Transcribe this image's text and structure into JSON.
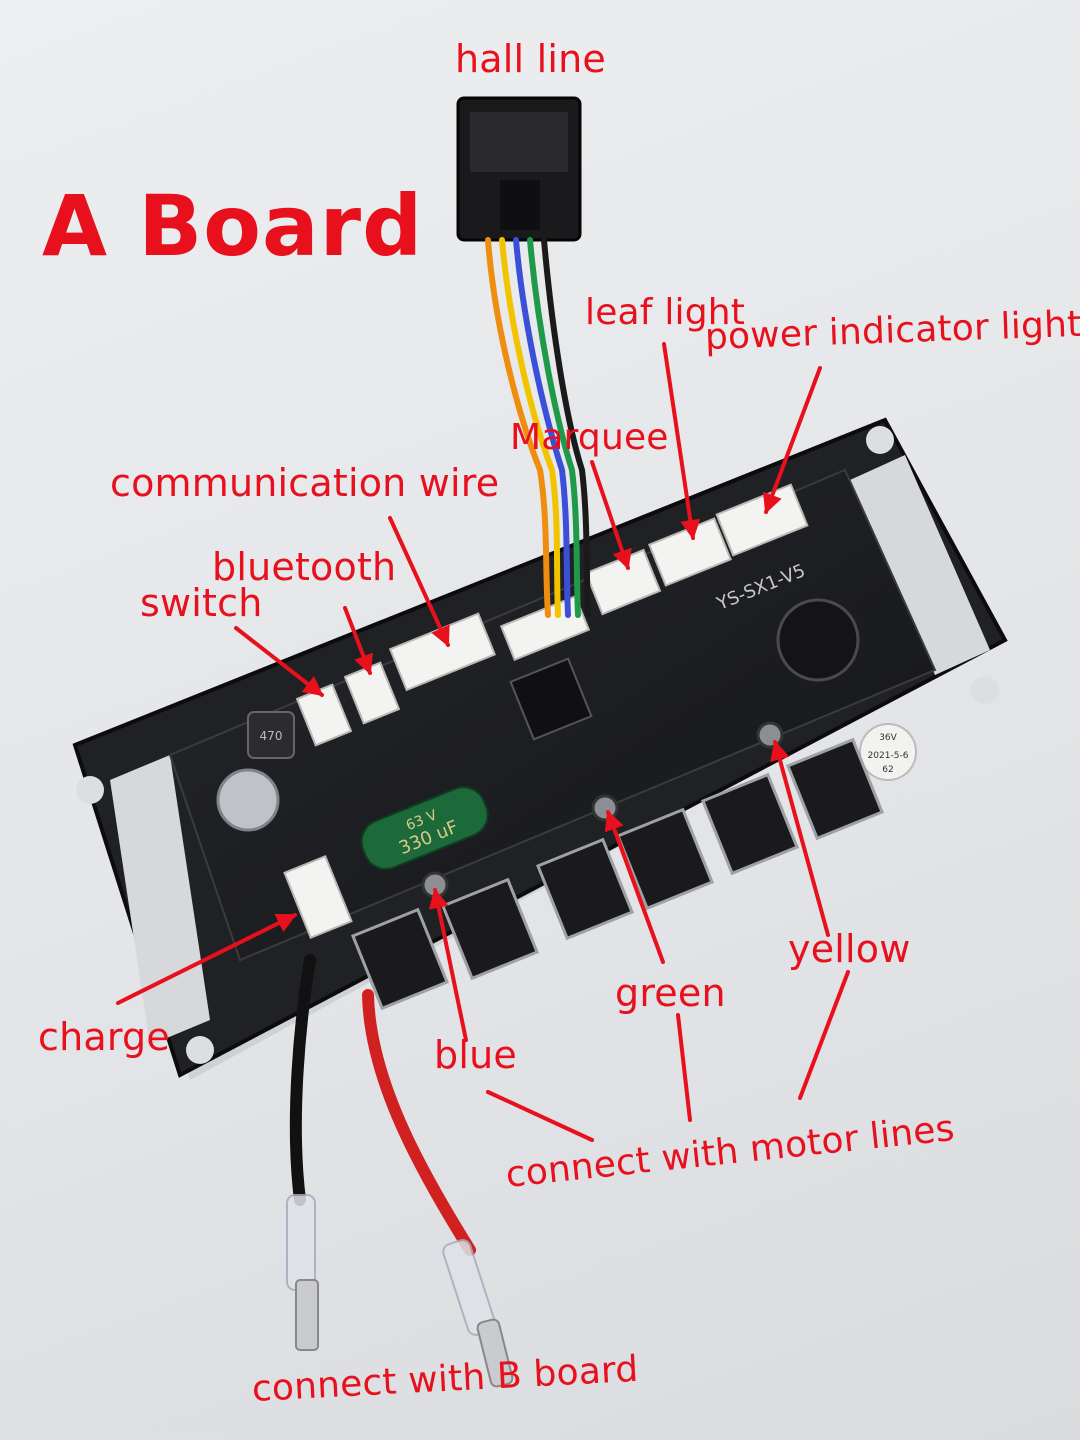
{
  "title": "A Board",
  "labels": {
    "hall_line": "hall line",
    "leaf_light": "leaf light",
    "power_indicator_light": "power indicator light",
    "marquee": "Marquee",
    "communication_wire": "communication wire",
    "bluetooth": "bluetooth",
    "switch": "switch",
    "charge": "charge",
    "blue": "blue",
    "green": "green",
    "yellow": "yellow",
    "motor_lines": "connect with motor lines",
    "b_board": "connect with B board"
  },
  "board_markings": {
    "capacitor": "330 uF",
    "capacitor_voltage": "63 V",
    "model": "YS-SX1-V5",
    "sticker_voltage": "36V",
    "sticker_date": "2021-5-6",
    "sticker_code": "62",
    "inductor": "470"
  },
  "colors": {
    "annotation": "#e8101c",
    "background": "#e6e8eb",
    "pcb": "#1c1d20",
    "wire_red": "#f0a020",
    "wire_yellow": "#f2c400",
    "wire_blue": "#3c4fd8",
    "wire_green": "#1f9a4a",
    "power_red": "#d02020"
  }
}
